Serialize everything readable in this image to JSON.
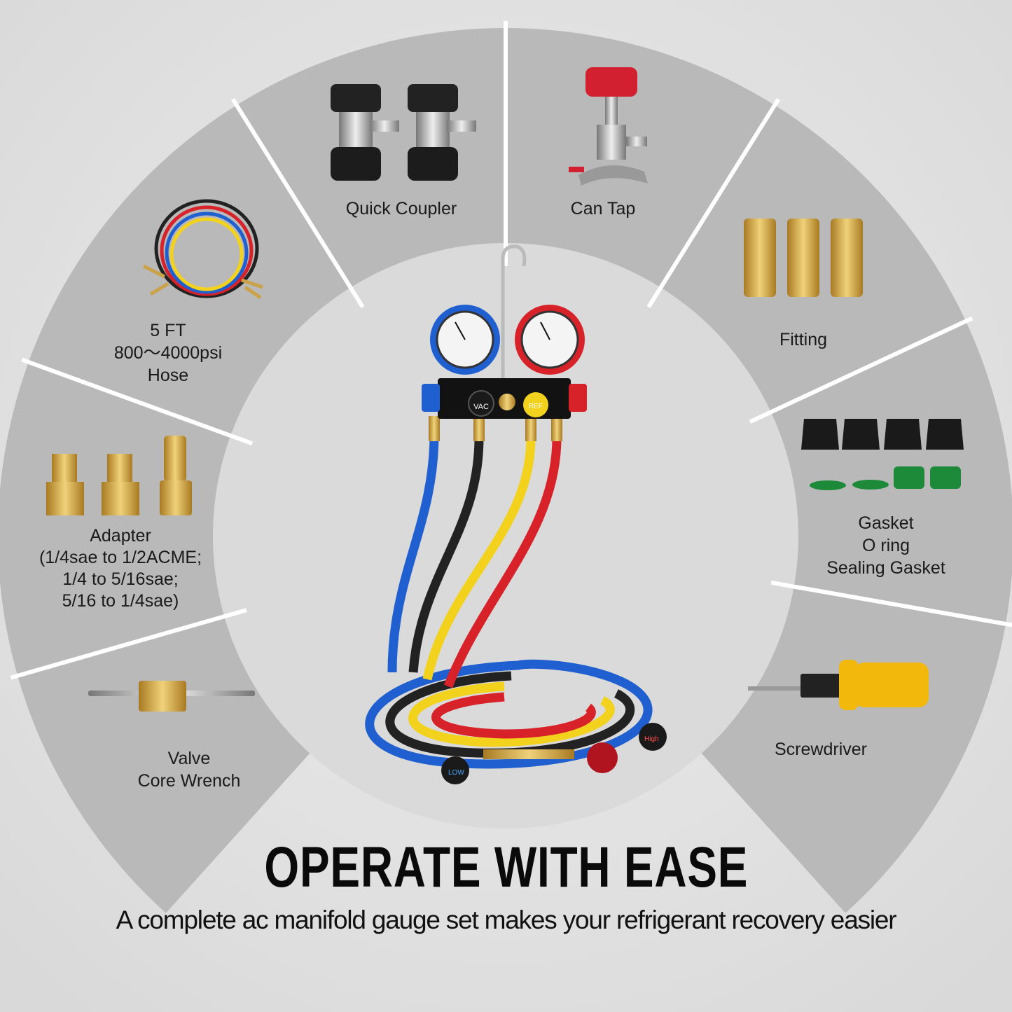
{
  "colors": {
    "background": "#e4e4e4",
    "ring": "#b9b9b9",
    "inner_circle": "#dadada",
    "divider": "#ffffff",
    "low_side": "#1f5fd0",
    "high_side": "#d8222a",
    "charge": "#f2d21c",
    "brass": "#c9a24a"
  },
  "components": [
    {
      "id": "hose",
      "lines": [
        "5 FT",
        "800～4000psi",
        "Hose"
      ]
    },
    {
      "id": "quick-coupler",
      "lines": [
        "Quick Coupler"
      ]
    },
    {
      "id": "can-tap",
      "lines": [
        "Can Tap"
      ]
    },
    {
      "id": "fitting",
      "lines": [
        "Fitting"
      ]
    },
    {
      "id": "adapter",
      "lines": [
        "Adapter",
        "(1/4sae to 1/2ACME;",
        "1/4 to 5/16sae;",
        "5/16 to 1/4sae)"
      ]
    },
    {
      "id": "gasket",
      "lines": [
        "Gasket",
        "O ring",
        "Sealing Gasket"
      ]
    },
    {
      "id": "valve-core-wrench",
      "lines": [
        "Valve",
        "Core Wrench"
      ]
    },
    {
      "id": "screwdriver",
      "lines": [
        "Screwdriver"
      ]
    }
  ],
  "manifold": {
    "block_labels": [
      "VAC",
      "REF"
    ],
    "valve_labels": [
      "LOW",
      "High"
    ]
  },
  "headline": "OPERATE WITH EASE",
  "subline": "A complete ac manifold gauge set makes your refrigerant recovery easier"
}
